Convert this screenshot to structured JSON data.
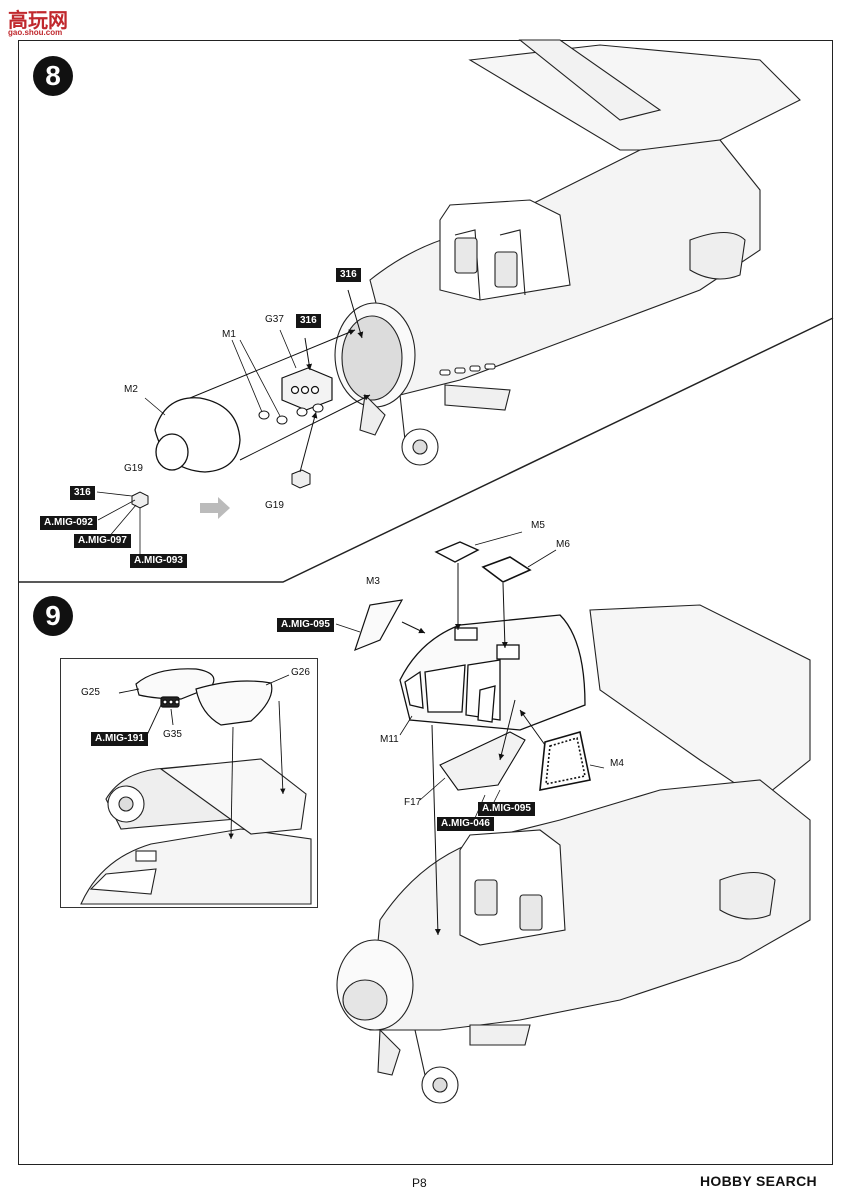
{
  "watermark": {
    "top_text": "高玩网",
    "top_sub": "gao.shou.com"
  },
  "steps": [
    {
      "number": "8"
    },
    {
      "number": "9"
    }
  ],
  "step8": {
    "parts": {
      "m1": "M1",
      "m2": "M2",
      "g37": "G37",
      "g19a": "G19",
      "g19b": "G19"
    },
    "codes": {
      "c316a": "316",
      "c316b": "316",
      "c316c": "316",
      "mig092": "A.MIG-092",
      "mig097": "A.MIG-097",
      "mig093": "A.MIG-093"
    }
  },
  "step9": {
    "parts": {
      "m3": "M3",
      "m4": "M4",
      "m5": "M5",
      "m6": "M6",
      "m11": "M11",
      "f17": "F17"
    },
    "codes": {
      "mig095a": "A.MIG-095",
      "mig095b": "A.MIG-095",
      "mig046": "A.MIG-046"
    },
    "inset": {
      "g25": "G25",
      "g26": "G26",
      "g35": "G35",
      "mig191": "A.MIG-191"
    }
  },
  "footer": {
    "page": "P8",
    "brand": "HOBBY SEARCH"
  }
}
